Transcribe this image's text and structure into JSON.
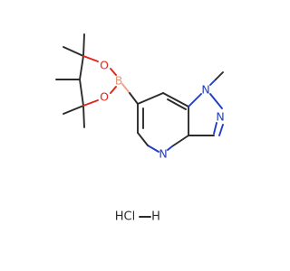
{
  "molecule": {
    "atom_labels": {
      "n1": "N",
      "n2": "N",
      "n_pyridine": "N",
      "o_top": "O",
      "o_bottom": "O",
      "boron": "B"
    },
    "salt_label": "HCl"
  },
  "colors": {
    "bond": "#2b2b2b",
    "nitrogen": "#1f3cc4",
    "oxygen": "#e0261a",
    "boron": "#e8967a",
    "background": "#ffffff"
  }
}
